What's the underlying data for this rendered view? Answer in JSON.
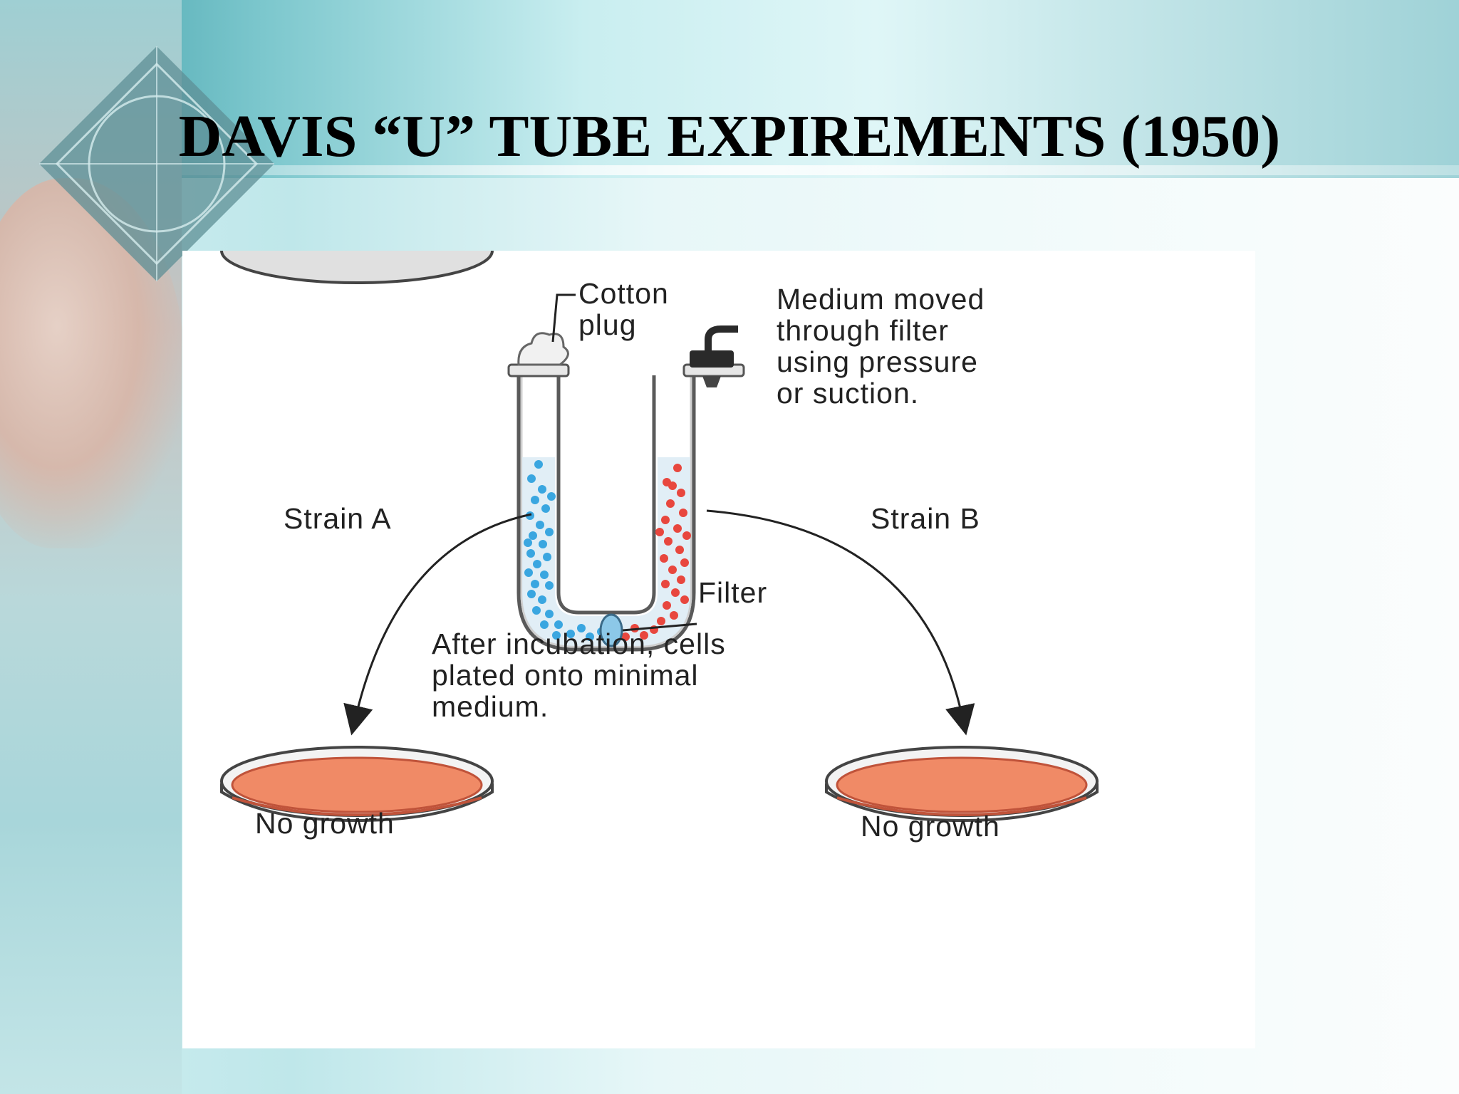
{
  "slide": {
    "title": "DAVIS “U” TUBE EXPIREMENTS (1950)"
  },
  "diagram": {
    "labels": {
      "cotton_plug": "Cotton\nplug",
      "medium_moved": "Medium moved\nthrough filter\nusing pressure\nor suction.",
      "strain_a": "Strain A",
      "strain_b": "Strain B",
      "filter": "Filter",
      "after_incubation": "After incubation, cells\nplated onto minimal\nmedium.",
      "no_growth_left": "No growth",
      "no_growth_right": "No growth"
    },
    "colors": {
      "strain_a_cells": "#3aa6e0",
      "strain_b_cells": "#e8473e",
      "agar": "#f08a66",
      "filter": "#8cc8e8"
    }
  }
}
